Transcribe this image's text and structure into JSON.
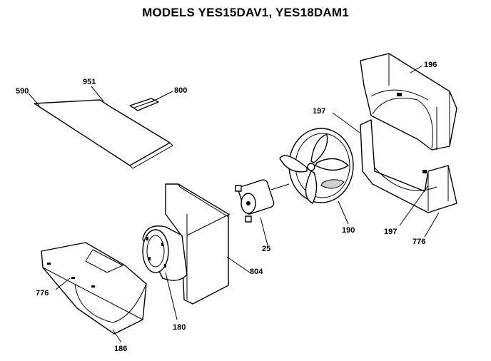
{
  "title": "MODELS YES15DAV1, YES18DAM1",
  "labels": {
    "p590": "590",
    "p951": "951",
    "p800": "800",
    "p196": "196",
    "p197a": "197",
    "p197b": "197",
    "p776a": "776",
    "p776b": "776",
    "p190": "190",
    "p25": "25",
    "p804": "804",
    "p180": "180",
    "p186": "186"
  }
}
